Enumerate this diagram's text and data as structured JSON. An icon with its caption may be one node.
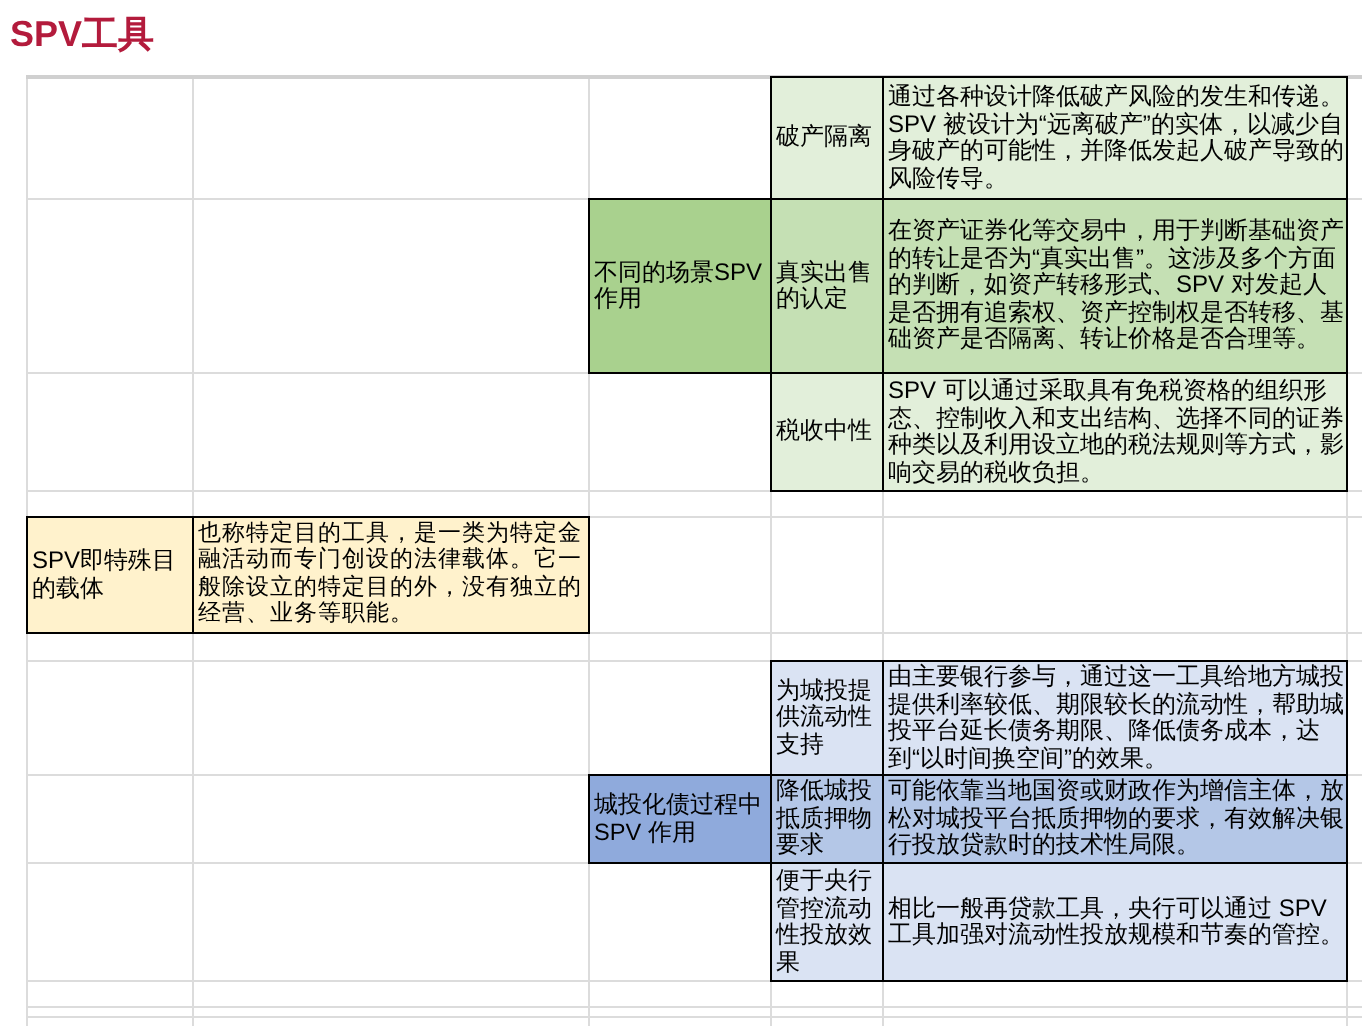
{
  "diagram": {
    "title": "SPV工具",
    "nodes": [
      {
        "text": [
          "SPV即特殊目的载体"
        ]
      },
      {
        "text": [
          "也称特定目的工具，是一类为特定金融活动而专门创设的法律载体。它一般除设立的特定目的外，没有独立的经营、业务等职能。"
        ]
      },
      {
        "text": [
          "不同的场景SPV 作用"
        ]
      },
      {
        "text": [
          "破产隔离"
        ]
      },
      {
        "text": [
          "通过各种设计降低破产风险的发生和传递。SPV 被设计为“远离破产”的实体，以减少自身破产的可能性，并降低发起人破产导致的风险传导。"
        ]
      },
      {
        "text": [
          "真实出售的认定"
        ]
      },
      {
        "text": [
          "在资产证券化等交易中，用于判断基础资产的转让是否为“真实出售”。这涉及多个方面的判断，如资产转移形式、SPV 对发起人是否拥有追索权、资产控制权是否转移、基础资产是否隔离、转让价格是否合理等。"
        ]
      },
      {
        "text": [
          "税收中性"
        ]
      },
      {
        "text": [
          "SPV 可以通过采取具有免税资格的组织形态、控制收入和支出结构、选择不同的证券种类以及利用设立地的税法规则等方式，影响交易的税收负担。"
        ]
      },
      {
        "text": [
          "城投化债过程中SPV 作用"
        ]
      },
      {
        "text": [
          "为城投提供流动性支持"
        ]
      },
      {
        "text": [
          "由主要银行参与，通过这一工具给地方城投提供利率较低、期限较长的流动性，帮助城投平台延长债务期限、降低债务成本，达到“以时间换空间”的效果。"
        ]
      },
      {
        "text": [
          "降低城投抵质押物要求"
        ]
      },
      {
        "text": [
          "可能依靠当地国资或财政作为增信主体，放松对城投平台抵质押物的要求，有效解决银行投放贷款时的技术性局限。"
        ]
      },
      {
        "text": [
          "便于央行管控流动性投放效果"
        ]
      },
      {
        "text": [
          "相比一般再贷款工具，央行可以通过 SPV 工具加强对流动性投放规模和节奏的管控。"
        ]
      }
    ]
  }
}
